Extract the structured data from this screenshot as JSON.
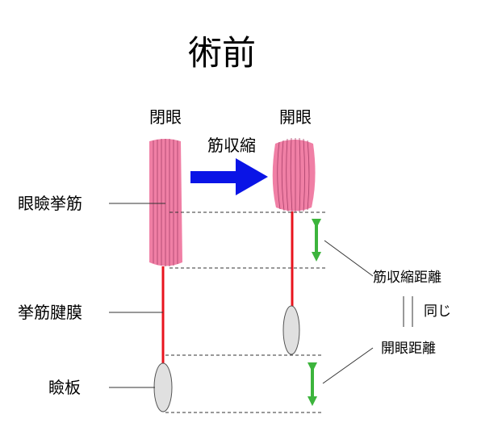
{
  "title": "術前",
  "left_state": "閉眼",
  "right_state": "開眼",
  "arrow_label": "筋収縮",
  "labels": {
    "muscle": "眼瞼挙筋",
    "tendon": "挙筋腱膜",
    "tarsus": "瞼板",
    "contraction_distance": "筋収縮距離",
    "same": "同じ",
    "opening_distance": "開眼距離"
  },
  "colors": {
    "muscle_fill": "#f07fa5",
    "tendon": "#e8141e",
    "big_arrow": "#0a14e6",
    "measure_arrow": "#3cb43c",
    "tarsus_fill": "#e0e0e0"
  }
}
